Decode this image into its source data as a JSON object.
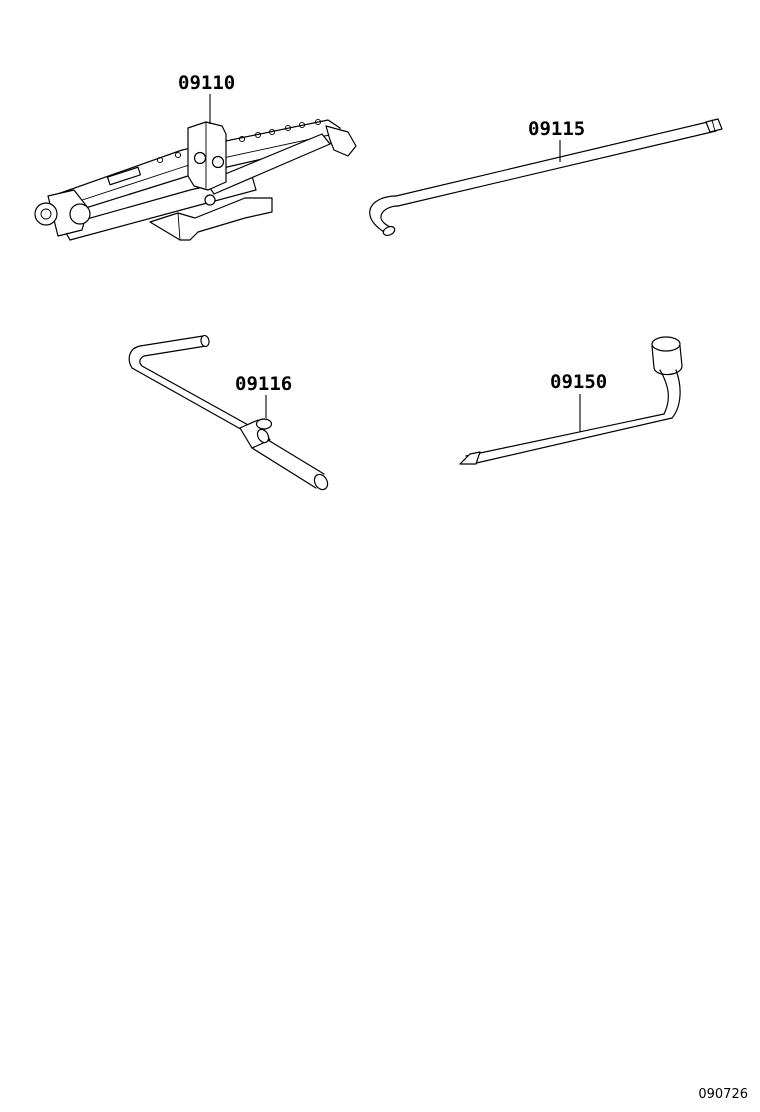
{
  "parts": [
    {
      "id": "jack",
      "part_number": "09110",
      "icon": "scissor-jack-icon"
    },
    {
      "id": "jack-handle",
      "part_number": "09115",
      "icon": "jack-handle-rod-icon"
    },
    {
      "id": "handle-extension",
      "part_number": "09116",
      "icon": "jack-handle-extension-icon"
    },
    {
      "id": "lug-wrench",
      "part_number": "09150",
      "icon": "wheel-nut-wrench-icon"
    }
  ],
  "reference_code": "090726"
}
